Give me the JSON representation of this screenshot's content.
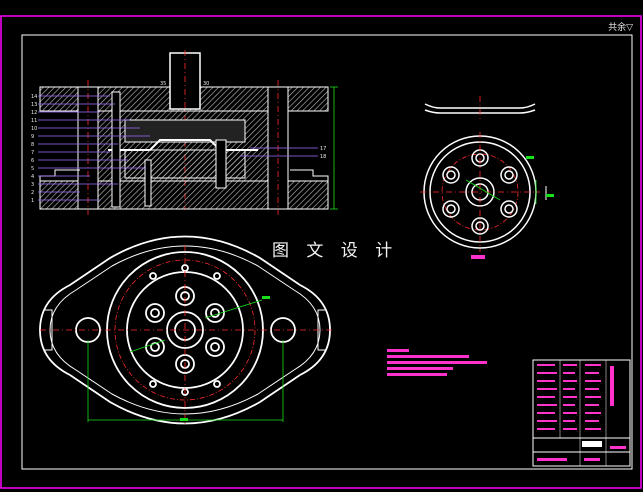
{
  "drawing": {
    "corner_note": "共余▽",
    "watermark": "图 文 设 计",
    "part_numbers": [
      "14",
      "13",
      "12",
      "11",
      "10",
      "9",
      "8",
      "7",
      "6",
      "5",
      "4",
      "3",
      "2",
      "1"
    ],
    "right_callouts": [
      "17",
      "18"
    ],
    "top_dim_left": "35",
    "top_dim_right": "30",
    "colors": {
      "outline": "#ffffff",
      "section_hatch": "#c8c8c8",
      "centerline": "#ff2a2a",
      "dimension": "#18e018",
      "callout": "#a070ff",
      "title_block_text": "#ff33cc",
      "frame": "#ff00ff"
    }
  }
}
